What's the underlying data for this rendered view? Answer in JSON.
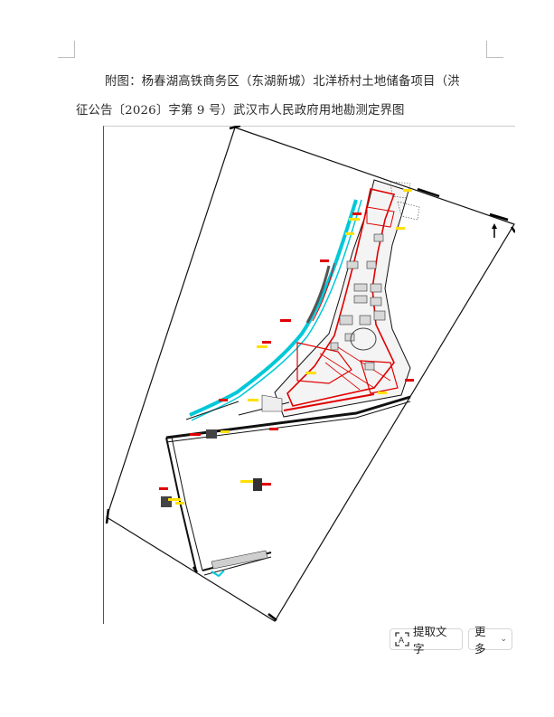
{
  "document": {
    "caption_line1": "附图：杨春湖高铁商务区（东湖新城）北洋桥村土地储备项目（洪",
    "caption_line2": "征公告〔2026〕字第 9 号）武汉市人民政府用地勘测定界图"
  },
  "floating_toolbar": {
    "extract_text_label": "提取文字",
    "extract_text_icon": "text-recognition-icon",
    "more_label": "更多",
    "more_icon": "chevron-down-icon"
  },
  "colors": {
    "page": "#ffffff",
    "boundary_red": "#e00000",
    "label_yellow": "#ffe000",
    "river_cyan": "#00c8d8",
    "road_black": "#111111"
  }
}
